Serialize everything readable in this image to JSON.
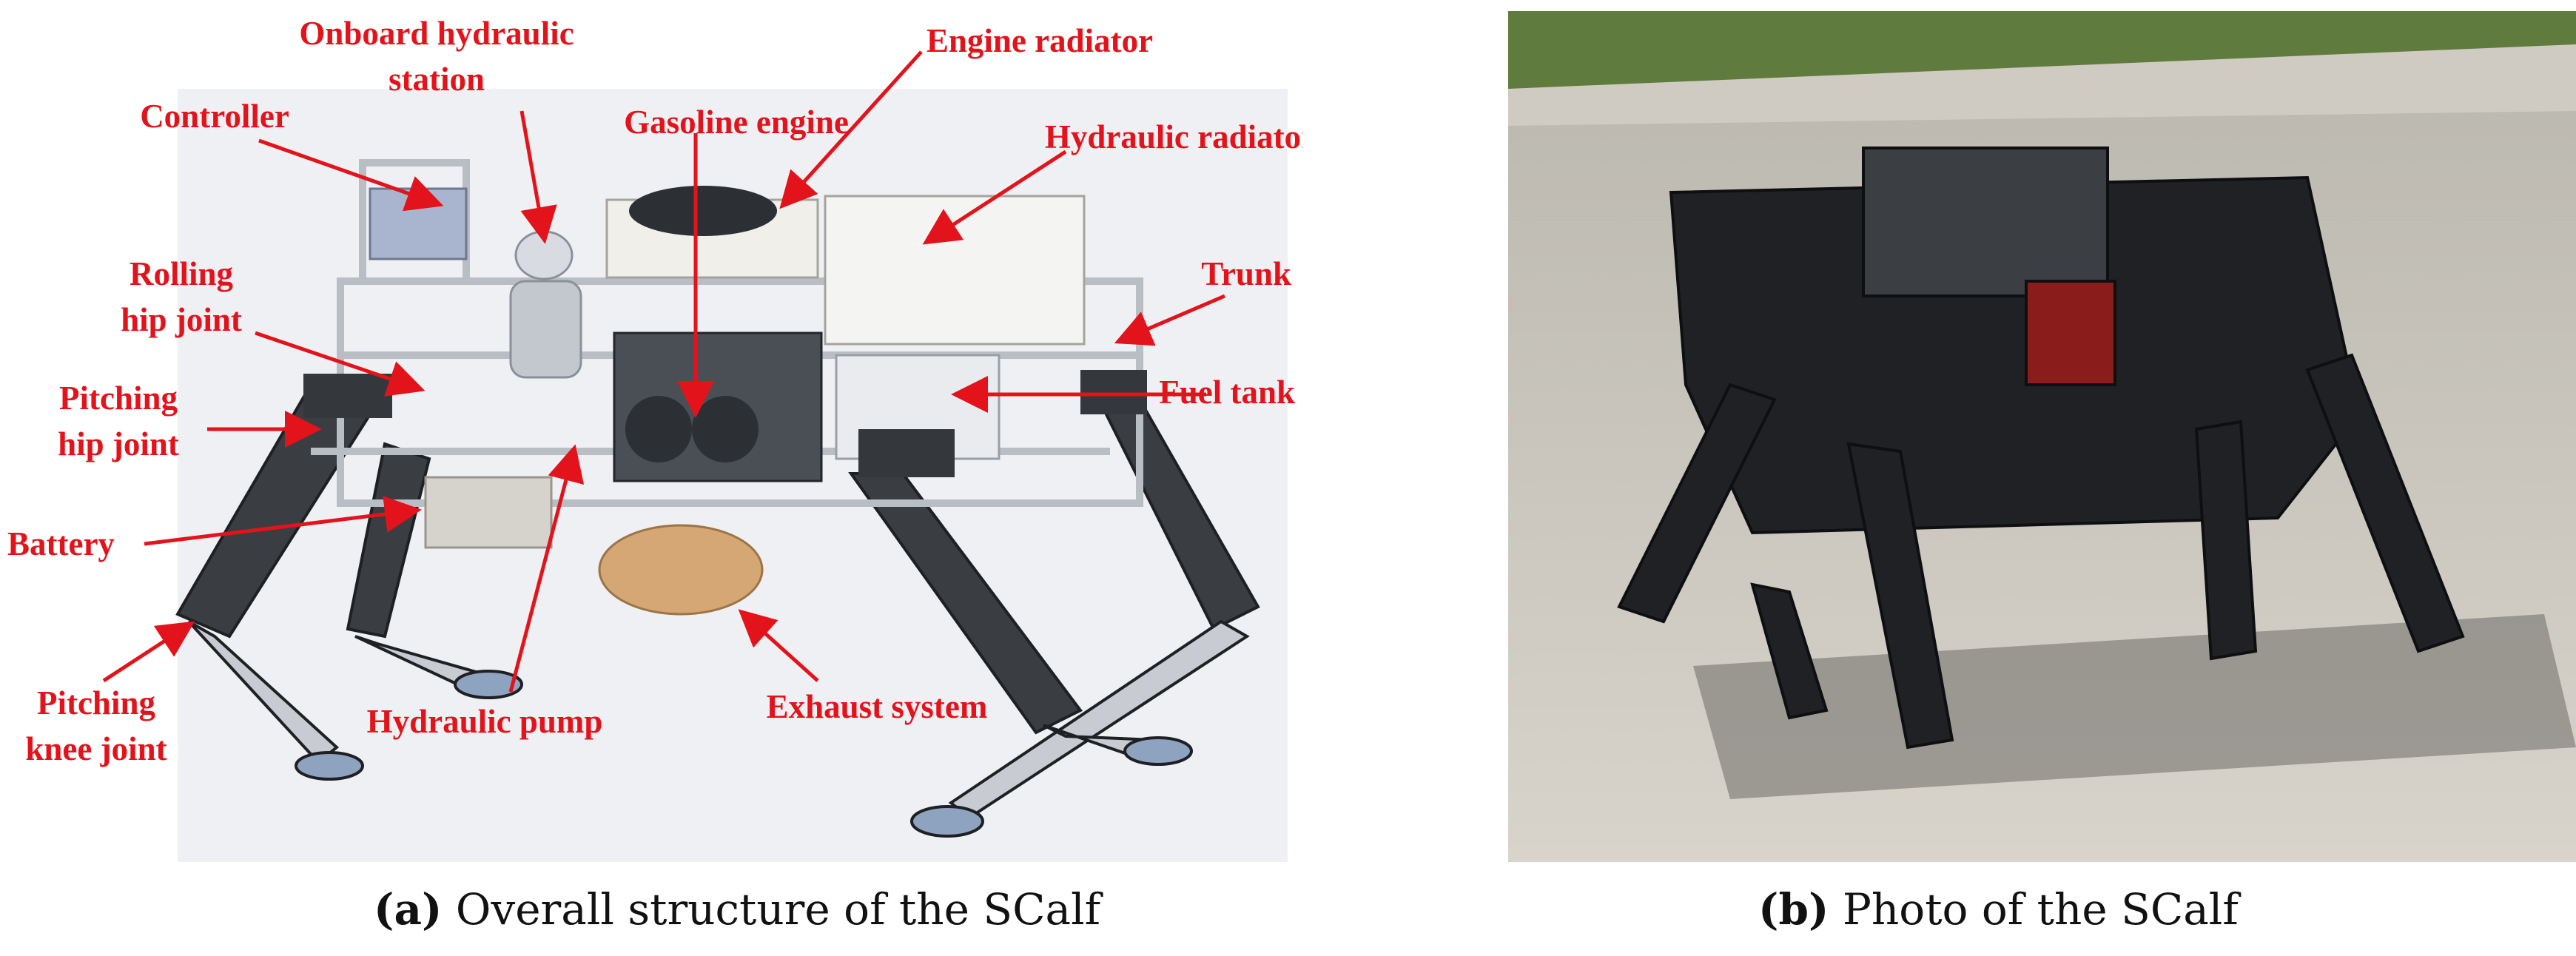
{
  "panel_a": {
    "labels": {
      "onboard_hydraulic_station_l1": "Onboard hydraulic",
      "onboard_hydraulic_station_l2": "station",
      "engine_radiator": "Engine radiator",
      "controller": "Controller",
      "gasoline_engine": "Gasoline engine",
      "hydraulic_radiator": "Hydraulic radiator",
      "rolling_hip_joint_l1": "Rolling",
      "rolling_hip_joint_l2": "hip joint",
      "trunk": "Trunk",
      "pitching_hip_joint_l1": "Pitching",
      "pitching_hip_joint_l2": "hip joint",
      "fuel_tank": "Fuel tank",
      "battery": "Battery",
      "pitching_knee_joint_l1": "Pitching",
      "pitching_knee_joint_l2": "knee joint",
      "hydraulic_pump": "Hydraulic pump",
      "exhaust_system": "Exhaust system"
    },
    "caption_tag": "(a)",
    "caption_text": " Overall structure of the SCalf"
  },
  "panel_b": {
    "caption_tag": "(b)",
    "caption_text": " Photo of the SCalf"
  },
  "colors": {
    "callout": "#e3131b",
    "cad_background": "#eef0f4"
  }
}
